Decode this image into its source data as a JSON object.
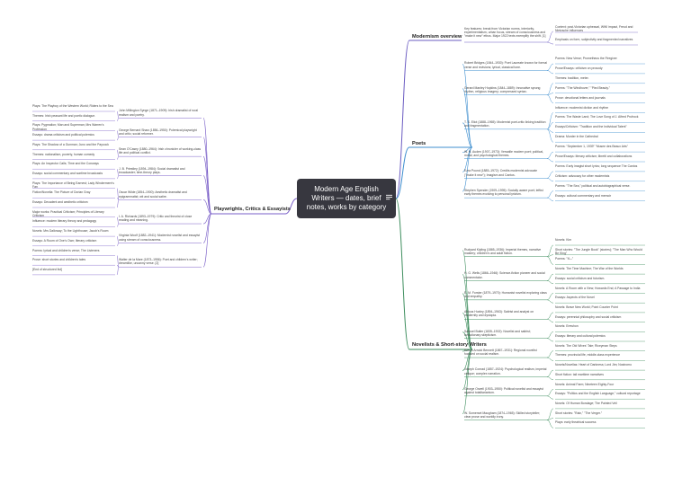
{
  "central": {
    "title": "Modern Age English Writers — dates, brief notes, works by category"
  },
  "branches": {
    "modernism": "Modernism overview",
    "poets": "Poets",
    "novelists": "Novelists & Short-story Writers",
    "playwrights": "Playwrights, Critics & Essayists"
  },
  "modernism": {
    "note": "Key features: break from Victorian norms, interiority, experimentalism, urban focus, stream of consciousness and \"make it new\" ethos. Major 1922 texts exemplify the shift. [1]",
    "leaves": [
      "Context: post-Victorian upheaval, WWI impact, Freud and Nietzsche influences",
      "Emphasis on form, subjectivity and fragmented narratives"
    ]
  },
  "poets": [
    {
      "label": "Robert Bridges (1844–1930): Poet Laureate known for formal verse and revisions; lyrical, classical tone.",
      "leaves": [
        "Poems: New Verse; Prometheus the Firegiver",
        "Prose/Essays: criticism on prosody"
      ]
    },
    {
      "label": "Gerard Manley Hopkins (1844–1889): Innovative sprung rhythm, religious imagery; compressed syntax.",
      "leaves": [
        "Themes: tradition, meter.",
        "Poems: \"The Windhover,\" \"Pied Beauty.\"",
        "Prose: devotional letters and journals"
      ]
    },
    {
      "label": "T. S. Eliot (1888–1965): Modernist poet-critic linking tradition and fragmentation.",
      "leaves": [
        "Influence: modernist diction and rhythm",
        "Poems: The Waste Land; The Love Song of J. Alfred Prufrock",
        "Essays/Criticism: \"Tradition and the Individual Talent\"",
        "Drama: Murder in the Cathedral"
      ]
    },
    {
      "label": "W. H. Auden (1907–1973): Versatile modern poet; political, moral, and psychological themes.",
      "leaves": [
        "Poems: \"September 1, 1939\" \"Musee des Beaux Arts\"",
        "Prose/Essays: literary criticism; libretti and collaborations"
      ]
    },
    {
      "label": "Ezra Pound (1885–1972): Credits modernist advocate (\"make it new\"); Imagism and Cantos.",
      "leaves": [
        "Poems: Early imagist short lyrics; long sequence The Cantos",
        "Criticism: advocacy for other modernists"
      ]
    },
    {
      "label": "Stephen Spender (1909–1995): Socially aware poet; leftist early themes evolving to personal lyricism.",
      "leaves": [
        "Poems: \"The Sea,\" political and autobiographical verse.",
        "Essays: cultural commentary and memoir"
      ]
    }
  ],
  "novelists": [
    {
      "label": "Rudyard Kipling (1865–1936): Imperial themes, narrative mastery; children's and adult fiction.",
      "leaves": [
        "Novels: Kim",
        "Short stories: \"The Jungle Book\" (stories); \"The Man Who Would Be King\"",
        "Poems: \"If—\""
      ]
    },
    {
      "label": "H. G. Wells (1866–1946): Science-fiction pioneer and social commentator.",
      "leaves": [
        "Novels: The Time Machine; The War of the Worlds",
        "Essays: social criticism and futurism."
      ]
    },
    {
      "label": "E. M. Forster (1879–1970): Humanist novelist exploring class and empathy.",
      "leaves": [
        "Novels: A Room with a View; Howards End; A Passage to India",
        "Essays: Aspects of the Novel"
      ]
    },
    {
      "label": "Aldous Huxley (1894–1963): Satirist and analyst on modernity and dystopia.",
      "leaves": [
        "Novels: Brave New World; Point Counter Point",
        "Essays: perennial philosophy and social criticism"
      ]
    },
    {
      "label": "Samuel Butler (1835–1902): Novelist and satirist; evolutionary skepticism.",
      "leaves": [
        "Novels: Erewhon",
        "Essays: literary and cultural polemics"
      ]
    },
    {
      "label": "Enoch Arnold Bennett (1867–1931): Regional novelist focused on social realism.",
      "leaves": [
        "Novels: The Old Wives' Tale; Riceyman Steps",
        "Themes: provincial life, middle-class experience"
      ]
    },
    {
      "label": "Joseph Conrad (1857–1924): Psychological realism, imperial critique; complex narration.",
      "leaves": [
        "Novels/Novellas: Heart of Darkness; Lord Jim; Nostromo",
        "Short fiction: tail maritime narratives"
      ]
    },
    {
      "label": "George Orwell (1903–1950): Political novelist and essayist against totalitarianism.",
      "leaves": [
        "Novels: Animal Farm; Nineteen Eighty-Four",
        "Essays: \"Politics and the English Language,\" cultural reportage"
      ]
    },
    {
      "label": "W. Somerset Maugham (1874–1965): Skilled storyteller; clear prose and worldly irony.",
      "leaves": [
        "Novels: Of Human Bondage; The Painted Veil",
        "Short stories: \"Rain,\" \"The Verger.\"",
        "Plays: early theatrical success"
      ]
    }
  ],
  "playwrights": [
    {
      "label": "John Millington Synge (1871–1909): Irish dramatist of rural realism and poetry.",
      "leaves": [
        "Plays: The Playboy of the Western World; Riders to the Sea",
        "Themes: Irish peasant life and poetic dialogue."
      ]
    },
    {
      "label": "George Bernard Shaw (1856–1950): Polemical playwright and critic; social reformer.",
      "leaves": [
        "Plays: Pygmalion; Man and Superman; Mrs Warren's Profession",
        "Essays: drama criticism and political polemics"
      ]
    },
    {
      "label": "Sean O'Casey (1880–1964): Irish chronicler of working-class life and political conflict.",
      "leaves": [
        "Plays: The Shadow of a Gunman; Juno and the Paycock",
        "Themes: nationalism, poverty, human comedy"
      ]
    },
    {
      "label": "J. B. Priestley (1894–1984): Social dramatist and broadcaster; time-theory plays.",
      "leaves": [
        "Plays: An Inspector Calls; Time and the Conways",
        "Essays: social commentary and wartime broadcasts"
      ]
    },
    {
      "label": "Oscar Wilde (1854–1900): Aesthetic dramatist and epigrammatist; wit and social satire.",
      "leaves": [
        "Plays: The Importance of Being Earnest; Lady Windermere's Fan",
        "Fiction/Novella: The Picture of Dorian Gray",
        "Essays: Decadent and aesthetic criticism"
      ]
    },
    {
      "label": "I. A. Richards (1893–1979): Critic and theorist of close reading and meaning.",
      "leaves": [
        "Major works: Practical Criticism; Principles of Literary Criticism",
        "Influence: modern literary theory and pedagogy"
      ]
    },
    {
      "label": "Virginia Woolf (1882–1941): Modernist novelist and essayist using stream of consciousness.",
      "leaves": [
        "Novels: Mrs Dalloway; To the Lighthouse; Jacob's Room",
        "Essays: A Room of One's Own; literary criticism"
      ]
    },
    {
      "label": "Walter de la Mare (1873–1956): Poet and children's writer; dreamlike, uncanny verse. [2]",
      "leaves": [
        "Poems: lyrical and children's verse; The Listeners",
        "Prose: short stories and children's tales",
        "[End of structured list]"
      ]
    }
  ]
}
